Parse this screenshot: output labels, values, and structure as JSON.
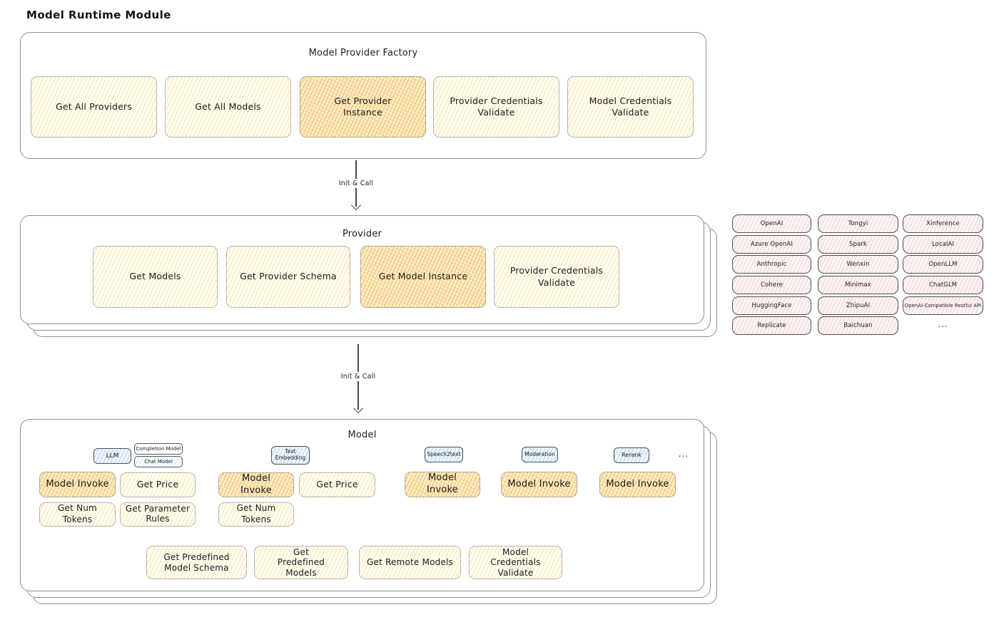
{
  "diagram_title": "Model Runtime Module",
  "arrows": {
    "init_call_1": "Init & Call",
    "init_call_2": "Init & Call"
  },
  "factory": {
    "title": "Model Provider Factory",
    "boxes": [
      {
        "label": "Get All Providers",
        "highlighted": false
      },
      {
        "label": "Get All Models",
        "highlighted": false
      },
      {
        "label": "Get Provider Instance",
        "highlighted": true
      },
      {
        "label": "Provider Credentials Validate",
        "highlighted": false
      },
      {
        "label": "Model Credentials Validate",
        "highlighted": false
      }
    ]
  },
  "provider": {
    "title": "Provider",
    "boxes": [
      {
        "label": "Get Models",
        "highlighted": false
      },
      {
        "label": "Get Provider Schema",
        "highlighted": false
      },
      {
        "label": "Get Model Instance",
        "highlighted": true
      },
      {
        "label": "Provider Credentials Validate",
        "highlighted": false
      }
    ]
  },
  "provider_list": {
    "cells": [
      "OpenAI",
      "Tongyi",
      "Xinference",
      "Azure OpenAI",
      "Spark",
      "LocalAI",
      "Anthropic",
      "Wenxin",
      "OpenLLM",
      "Cohere",
      "Minimax",
      "ChatGLM",
      "HuggingFace",
      "ZhipuAI",
      "OpenAI-Compatible Restful API",
      "Replicate",
      "Baichuan"
    ],
    "more": "..."
  },
  "model": {
    "title": "Model",
    "tags": {
      "llm": "LLM",
      "completion_model": "Completion Model",
      "chat_model": "Chat Model",
      "text_embedding": "Text Embedding",
      "speech2text": "Speech2text",
      "moderation": "Moderation",
      "rerank": "Rerank",
      "more": "..."
    },
    "ops": {
      "model_invoke": "Model Invoke",
      "get_price": "Get Price",
      "get_num_tokens": "Get Num Tokens",
      "get_parameter_rules": "Get Parameter Rules"
    },
    "bottom_boxes": [
      {
        "label": "Get Predefined Model Schema"
      },
      {
        "label": "Get Predefined Models"
      },
      {
        "label": "Get Remote Models"
      },
      {
        "label": "Model Credentials Validate"
      }
    ]
  }
}
